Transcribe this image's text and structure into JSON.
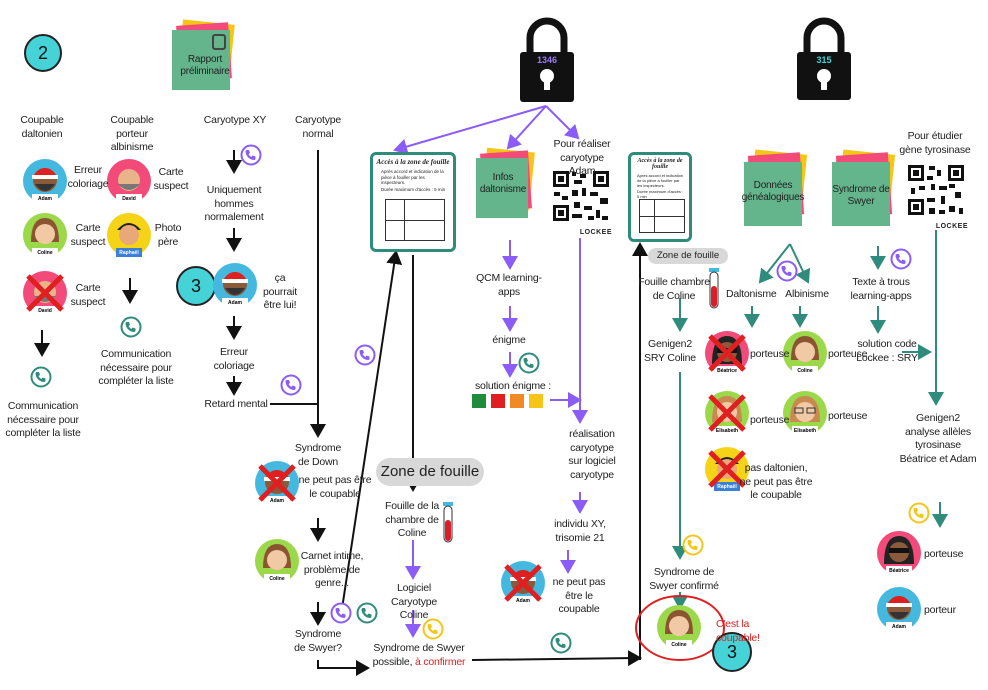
{
  "badges": {
    "step_2": "2",
    "step_3a": "3",
    "step_3b": "3"
  },
  "locks": {
    "lock_1": "1346",
    "lock_2": "315"
  },
  "sticky_notes": {
    "rapport": "Rapport préliminaire",
    "infos": "Infos daltonisme",
    "donnees": "Données généalogiques",
    "syndrome": "Syndrome de Swyer"
  },
  "qr_brand": "LOCKEE",
  "card_title": "Accès à la zone de fouille",
  "card_lines": [
    "Après accord et indication de la pièce à fouiller par les inspecteurs.",
    "Durée maximum d'accès : 5 min"
  ],
  "col1": {
    "header": "Coupable daltonien",
    "erreur": "Erreur coloriage",
    "carte1": "Carte suspect",
    "carte2": "Carte suspect",
    "comm": "Communication nécessaire pour compléter la liste"
  },
  "col2": {
    "header": "Coupable porteur albinisme",
    "carte": "Carte suspect",
    "photo": "Photo père",
    "comm": "Communication nécessaire pour compléter la liste"
  },
  "col3": {
    "header": "Caryotype XY",
    "uniquement": "Uniquement hommes normalement",
    "pourrait": "ça pourrait être lui!",
    "erreur": "Erreur coloriage",
    "retard": "Retard mental"
  },
  "col4": {
    "header": "Caryotype normal",
    "down": "Syndrome de Down",
    "nepeut": "ne peut pas être le coupable",
    "carnet": "Carnet intime, problème de genre...",
    "swyer_q": "Syndrome de Swyer?"
  },
  "col5": {
    "zone": "Zone de fouille",
    "fouille": "Fouille de la chambre de Coline",
    "logiciel": "Logiciel Caryotype Coline",
    "possible": "Syndrome de Swyer possible,",
    "confirmer": "à confirmer"
  },
  "col6": {
    "qcm": "QCM learning-apps",
    "enigme": "énigme",
    "solution": "solution énigme :",
    "colors": [
      "#1e8c3a",
      "#e02020",
      "#f08a24",
      "#f5c518"
    ]
  },
  "col7": {
    "header": "Pour réaliser caryotype Adam",
    "realisation": "réalisation caryotype sur logiciel caryotype",
    "individu": "individu XY, trisomie 21",
    "nepeut": "ne peut pas être le coupable"
  },
  "col8": {
    "zone": "Zone de fouille",
    "fouille": "Fouille chambre de Coline",
    "genigen": "Genigen2 SRY Coline",
    "confirme": "Syndrome de Swyer confirmé",
    "coupable": "C'est la coupable!"
  },
  "col9": {
    "daltonisme": "Daltonisme",
    "albinisme": "Albinisme",
    "porteuse1": "porteuse",
    "porteuse2": "porteuse",
    "porteuse3": "porteuse",
    "porteuse4": "porteuse",
    "pasdalt": "pas daltonien, ne peut pas être le coupable"
  },
  "col10": {
    "header": "Pour étudier gène tyrosinase",
    "texte": "Texte à trous learning-apps",
    "solution": "solution code Lockee : SRY",
    "genigen": "Genigen2 analyse allèles tyrosinase Béatrice et Adam",
    "porteuse": "porteuse",
    "porteur": "porteur"
  },
  "names": {
    "adam": "Adam",
    "coline": "Coline",
    "david": "David",
    "raphael": "Raphaël",
    "beatrice": "Béatrice",
    "elisabeth": "Elisabeth"
  },
  "colors": {
    "teal": "#2f8c7c",
    "purple": "#8b5cf6",
    "yellow": "#f5c518",
    "red": "#e02020",
    "badge": "#45d3d8"
  }
}
